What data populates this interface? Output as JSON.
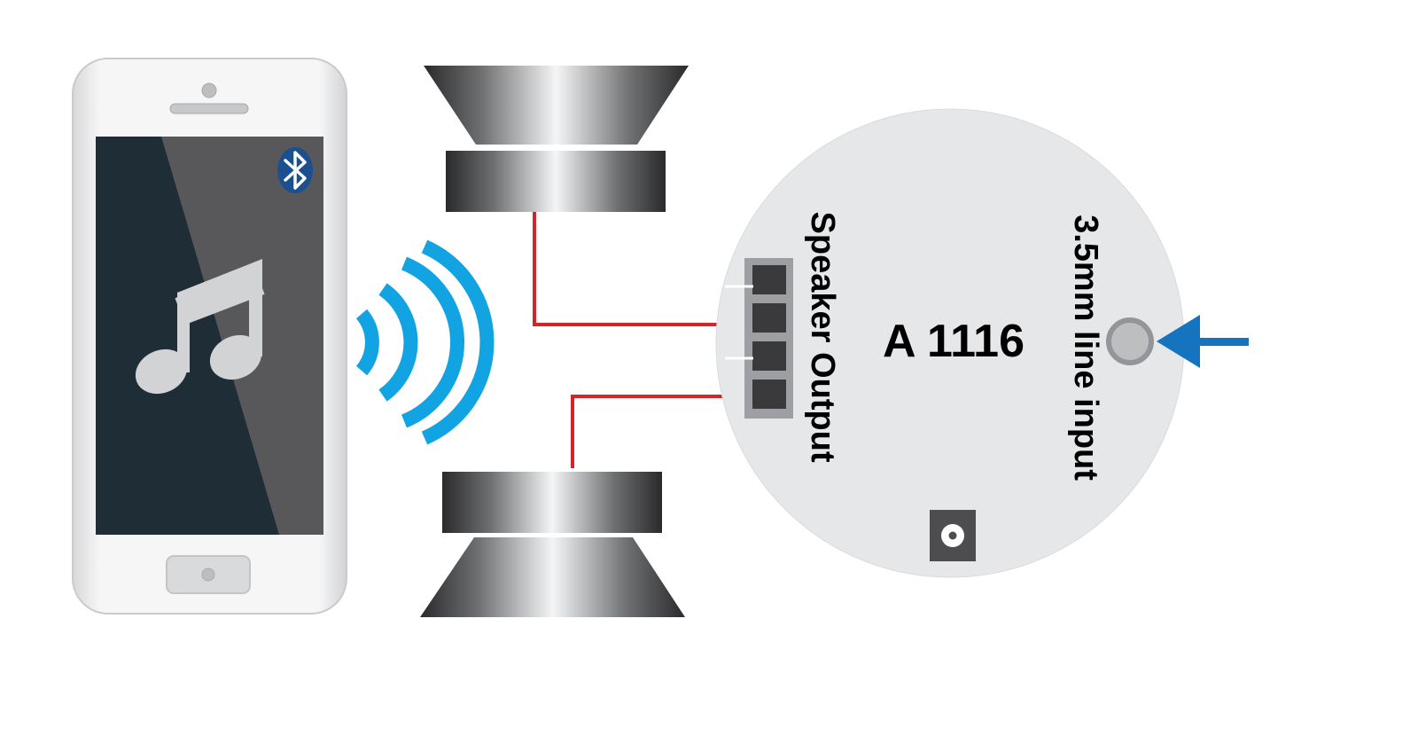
{
  "module": {
    "model_label": "A 1116",
    "speaker_output_label": "Speaker Output",
    "line_input_label": "3.5mm line input"
  },
  "colors": {
    "wire": "#d8232a",
    "signal_waves": "#12a3e3",
    "input_arrow": "#1673bd",
    "bluetooth_badge": "#1b4f8f",
    "board": "#e6e7e8",
    "phone_body": "#f1f2f2",
    "phone_screen_dark": "#1e2d36",
    "phone_screen_light": "#58585b"
  },
  "icons": {
    "bluetooth": "bluetooth-icon",
    "music_note": "music-note-icon",
    "wireless_waves": "wireless-signal-icon",
    "arrow": "arrow-left-icon"
  }
}
